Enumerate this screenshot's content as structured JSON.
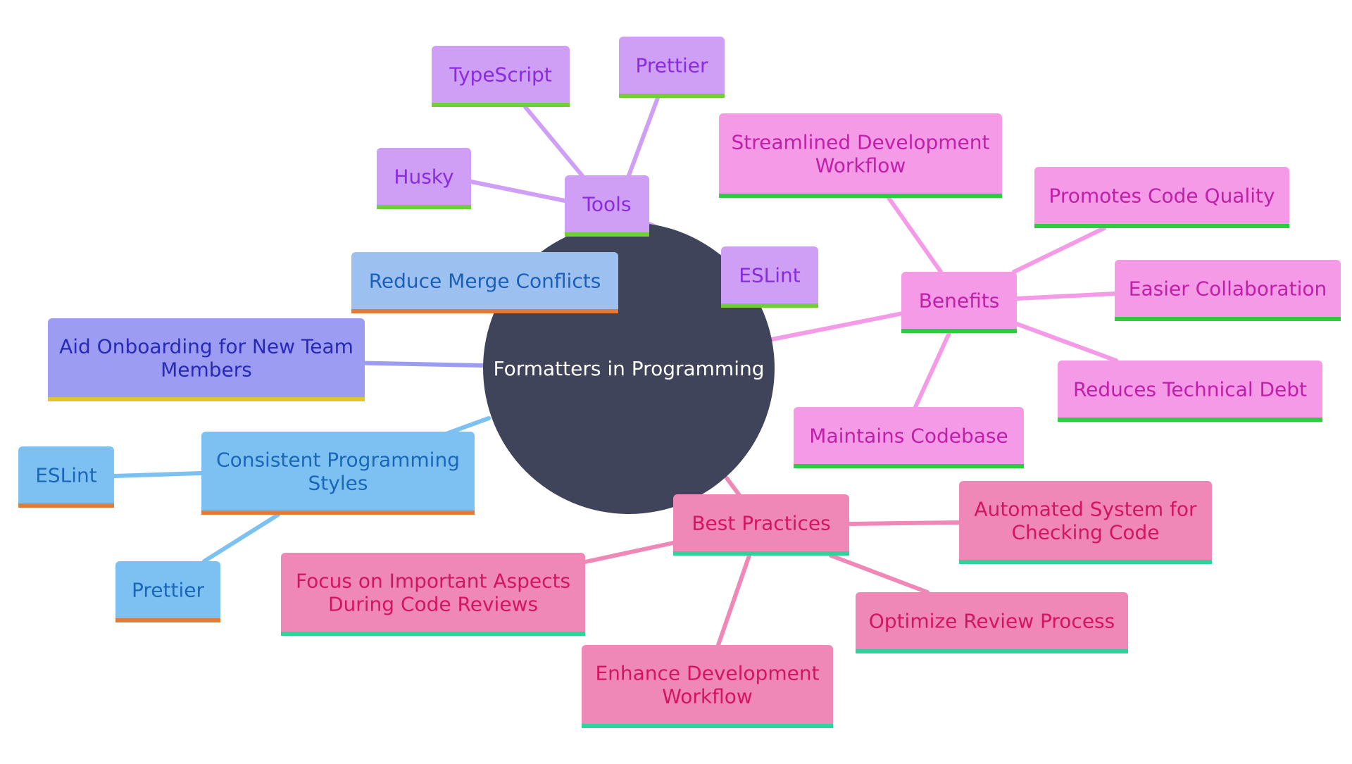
{
  "mindmap": {
    "root": {
      "label": "Formatters in Programming"
    },
    "branches": [
      {
        "id": "tools",
        "label": "Tools",
        "palette": {
          "fill": "#cf9ef5",
          "text": "#8a2be2",
          "edge": "#cf9ef5",
          "underline": "#6fcf3a"
        },
        "children": [
          {
            "label": "TypeScript"
          },
          {
            "label": "Prettier"
          },
          {
            "label": "Husky"
          },
          {
            "label": "ESLint"
          }
        ]
      },
      {
        "id": "benefits",
        "label": "Benefits",
        "palette": {
          "fill": "#f49ae6",
          "text": "#c020a8",
          "edge": "#f49ae6",
          "underline": "#2ecc40"
        },
        "children": [
          {
            "label": "Streamlined Development Workflow"
          },
          {
            "label": "Promotes Code Quality"
          },
          {
            "label": "Easier Collaboration"
          },
          {
            "label": "Reduces Technical Debt"
          },
          {
            "label": "Maintains Codebase"
          }
        ]
      },
      {
        "id": "best-practices",
        "label": "Best Practices",
        "palette": {
          "fill": "#ef88b6",
          "text": "#d41462",
          "edge": "#ef88b6",
          "underline": "#2ed39a"
        },
        "children": [
          {
            "label": "Automated System for Checking Code"
          },
          {
            "label": "Optimize Review Process"
          },
          {
            "label": "Enhance Development Workflow"
          },
          {
            "label": "Focus on Important Aspects During Code Reviews"
          }
        ]
      },
      {
        "id": "consistent-styles",
        "label": "Consistent Programming Styles",
        "palette": {
          "fill": "#7dc1f3",
          "text": "#1a67b8",
          "edge": "#7dc1f3",
          "underline": "#e07b39"
        },
        "children": [
          {
            "label": "ESLint"
          },
          {
            "label": "Prettier"
          }
        ]
      },
      {
        "id": "onboarding",
        "label": "Aid Onboarding for New Team Members",
        "palette": {
          "fill": "#9b9cf2",
          "text": "#2929b8",
          "edge": "#9b9cf2",
          "underline": "#e0c52e"
        },
        "children": []
      },
      {
        "id": "merge-conflicts",
        "label": "Reduce Merge Conflicts",
        "palette": {
          "fill": "#9cc1f0",
          "text": "#1a5fb8",
          "edge": "#9cc1f0",
          "underline": "#e07b39"
        },
        "children": []
      }
    ],
    "colors": {
      "root_fill": "#40445a",
      "root_text": "#ffffff"
    }
  }
}
